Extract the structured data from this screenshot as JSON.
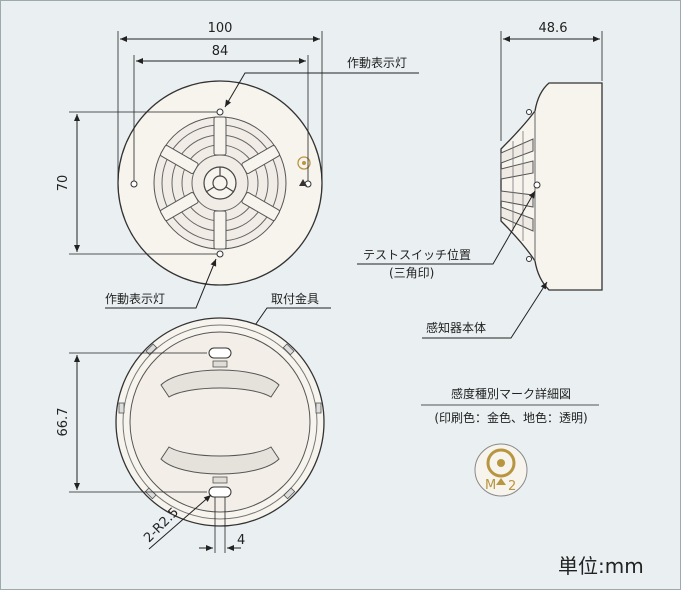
{
  "dimensions": {
    "width_outer": "100",
    "width_inner": "84",
    "height_top": "70",
    "depth_side": "48.6",
    "height_bottom": "66.7",
    "slot_radius": "2-R2.5",
    "slot_width": "4"
  },
  "labels": {
    "indicator_lamp_top": "作動表示灯",
    "indicator_lamp_bottom": "作動表示灯",
    "mounting_bracket": "取付金具",
    "test_switch_position": "テストスイッチ位置",
    "test_switch_note": "(三角印)",
    "detector_body": "感知器本体",
    "mark_detail_title": "感度種別マーク詳細図",
    "mark_detail_note": "(印刷色：金色、地色：透明)"
  },
  "badge": {
    "letter": "M",
    "number": "2",
    "color": "#b89640"
  },
  "unit_label": "単位:mm",
  "colors": {
    "background": "#eaf0f2",
    "gold": "#b89640"
  }
}
